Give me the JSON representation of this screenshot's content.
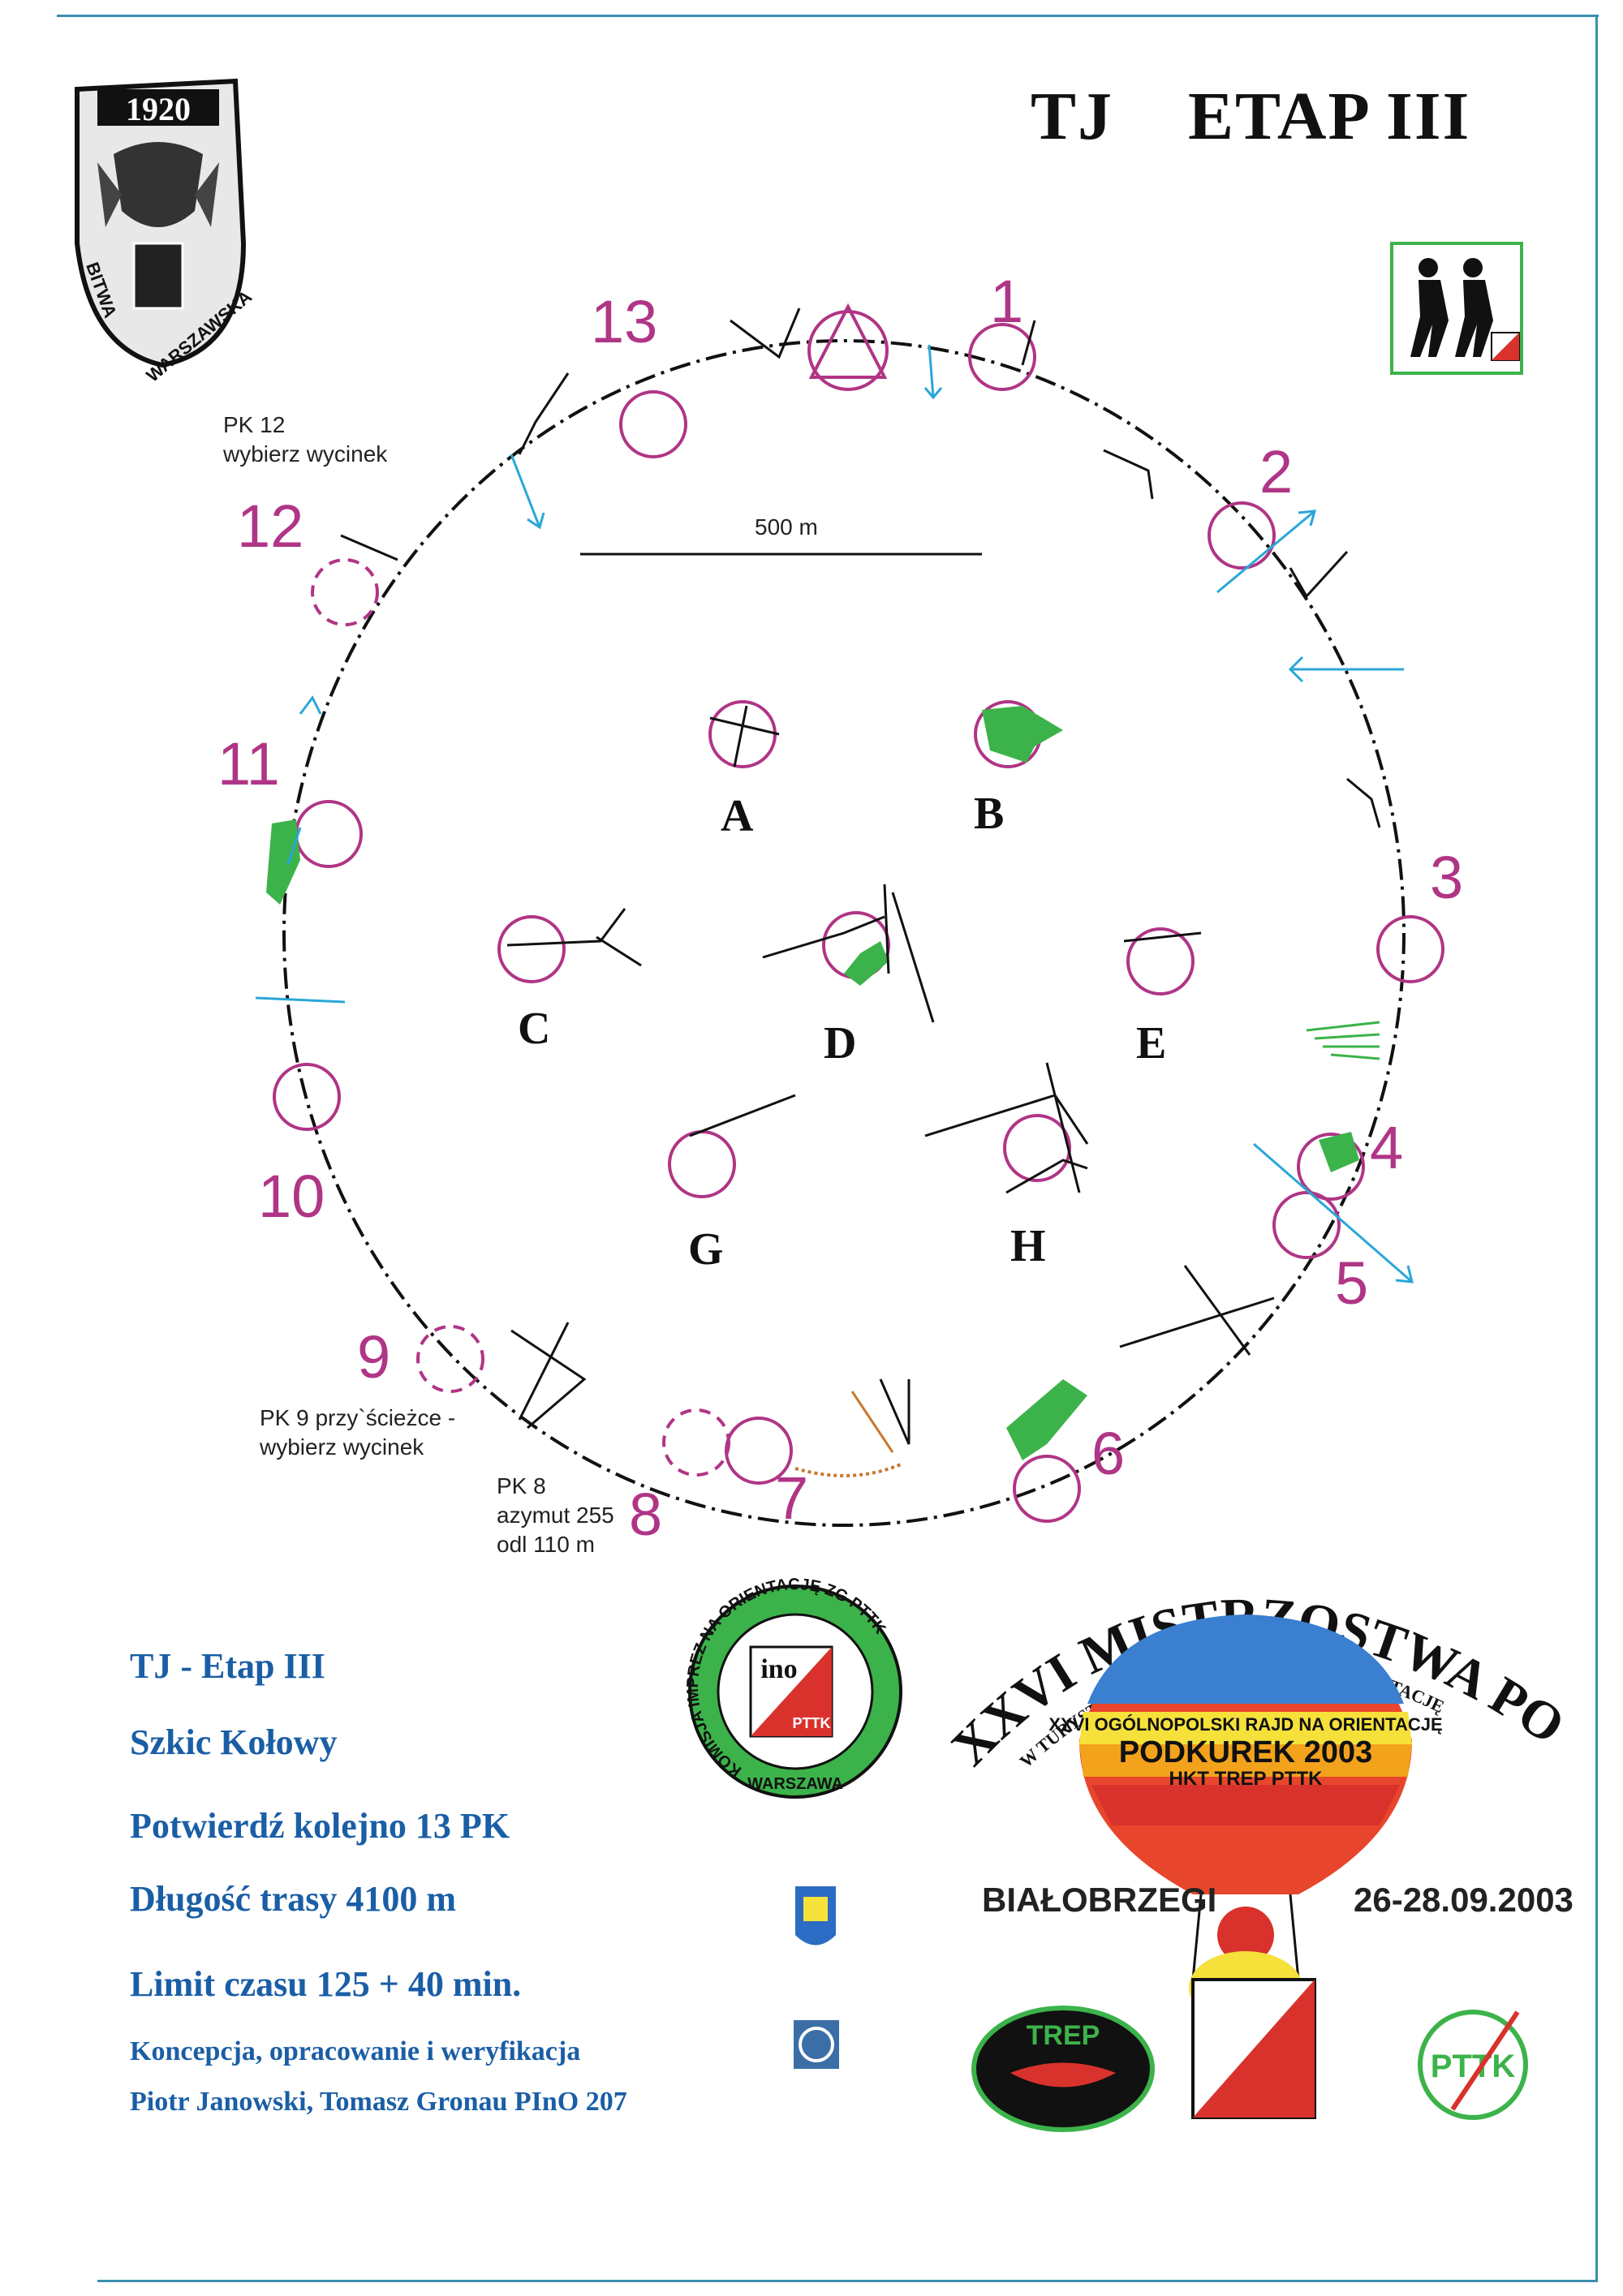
{
  "header": {
    "title": "TJ    ETAP III",
    "emblem_text_year": "1920",
    "emblem_text_bottom": "WARSZAWSKA",
    "emblem_text_side": "BITWA"
  },
  "map": {
    "scale_label": "500 m",
    "controls": [
      {
        "n": "1"
      },
      {
        "n": "2"
      },
      {
        "n": "3"
      },
      {
        "n": "4"
      },
      {
        "n": "5"
      },
      {
        "n": "6"
      },
      {
        "n": "7"
      },
      {
        "n": "8"
      },
      {
        "n": "9"
      },
      {
        "n": "10"
      },
      {
        "n": "11"
      },
      {
        "n": "12"
      },
      {
        "n": "13"
      }
    ],
    "options": [
      {
        "label": "A"
      },
      {
        "label": "B"
      },
      {
        "label": "C"
      },
      {
        "label": "D"
      },
      {
        "label": "E"
      },
      {
        "label": "G"
      },
      {
        "label": "H"
      }
    ],
    "notes": {
      "pk12_line1": "PK 12",
      "pk12_line2": "wybierz wycinek",
      "pk9_line1": "PK 9 przy`ścieżce -",
      "pk9_line2": "wybierz wycinek",
      "pk8_line1": "PK 8",
      "pk8_line2": "azymut 255",
      "pk8_line3": "odl 110 m"
    }
  },
  "info": {
    "line1": "TJ - Etap III",
    "line2": "Szkic Kołowy",
    "line3": "Potwierdź kolejno 13 PK",
    "line4": "Długość trasy 4100 m",
    "line5": "Limit czasu 125 + 40 min.",
    "line6": "Koncepcja, opracowanie i weryfikacja",
    "line7": "Piotr Janowski, Tomasz Gronau PInO 207"
  },
  "logos": {
    "ino_ring_text": "KOMISJA IMPREZ NA ORIENTACJĘ ZG PTTK",
    "ino_bottom": "WARSZAWA",
    "ino_center": "ino",
    "ino_pttk": "PTTK",
    "event_arc": "XXVI MISTRZOSTWA POLSKI",
    "event_subarc": "W TURYSTYCZNYCH IMPREZACH NA ORIENTACJĘ",
    "balloon_line1": "XXVI OGÓLNOPOLSKI RAJD NA ORIENTACJĘ",
    "balloon_line2": "PODKUREK 2003",
    "balloon_line3": "HKT TREP PTTK",
    "venue": "BIAŁOBRZEGI",
    "dates": "26-28.09.2003",
    "trep": "TREP",
    "pttk": "PTTK"
  },
  "colors": {
    "control": "#b03586",
    "info_text": "#1a5ea6",
    "green": "#3cb34a",
    "blue_arrow": "#2aa7d8",
    "frame": "#3b8fb0"
  }
}
